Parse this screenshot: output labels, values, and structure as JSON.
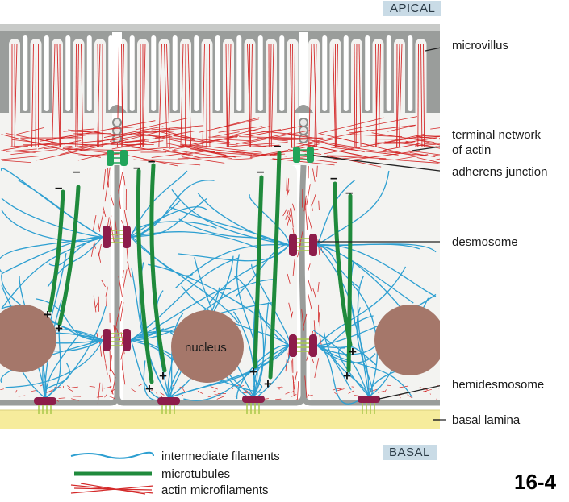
{
  "apical": "APICAL",
  "basal": "BASAL",
  "figure_number": "16-4",
  "labels": {
    "microvillus": "microvillus",
    "terminal_network_l1": "terminal network",
    "terminal_network_l2": "of actin",
    "adherens": "adherens junction",
    "desmosome": "desmosome",
    "hemidesmosome": "hemidesmosome",
    "basal_lamina": "basal lamina",
    "nucleus": "nucleus"
  },
  "legend": {
    "intermediate": "intermediate filaments",
    "microtubules": "microtubules",
    "actin": "actin microfilaments"
  },
  "signs": {
    "plus": "+",
    "minus": "–"
  },
  "colors": {
    "membrane": "#9a9d9b",
    "cell_fill": "#f3f3f1",
    "actin": "#d42a2a",
    "intermediate": "#2d9fd1",
    "microtubule": "#1f8a3c",
    "nucleus": "#a5776a",
    "desmosome": "#8d1c4a",
    "junction_green": "#21a45a",
    "basal_lamina": "#f6ec9c",
    "tag_bg": "#c9dbe6"
  }
}
